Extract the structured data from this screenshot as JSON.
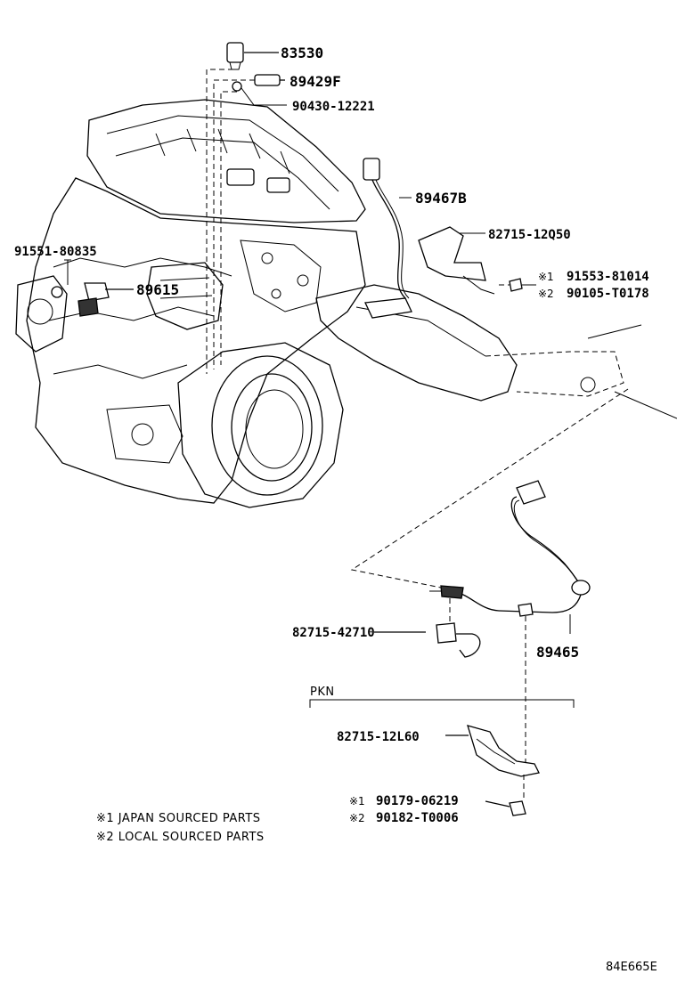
{
  "parts": {
    "p83530": "83530",
    "p89429F": "89429F",
    "p90430": "90430-12221",
    "p89467B": "89467B",
    "p82715_12Q50": "82715-12Q50",
    "p91553": "91553-81014",
    "p90105": "90105-T0178",
    "p91551": "91551-80835",
    "p89615": "89615",
    "p82715_42710": "82715-42710",
    "p89465": "89465",
    "p82715_12L60": "82715-12L60",
    "p90179": "90179-06219",
    "p90182": "90182-T0006"
  },
  "marks": {
    "m1": "※1",
    "m2": "※2"
  },
  "section_label": "PKN",
  "notes": {
    "note1": "※1 JAPAN SOURCED PARTS",
    "note2": "※2 LOCAL SOURCED PARTS"
  },
  "diagram_code": "84E665E"
}
